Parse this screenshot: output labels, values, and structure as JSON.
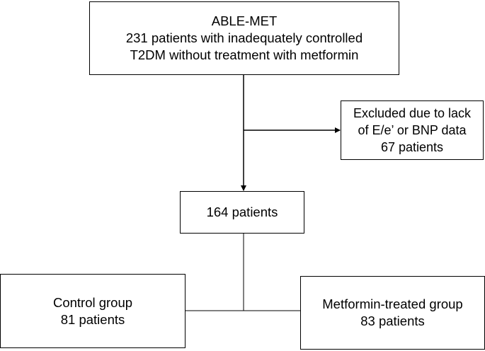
{
  "flowchart": {
    "top": {
      "lines": [
        "ABLE-MET",
        "231 patients with inadequately controlled",
        "T2DM without treatment with metformin"
      ]
    },
    "excluded": {
      "lines": [
        "Excluded due to lack",
        "of E/e’ or BNP data",
        "67 patients"
      ]
    },
    "middle": {
      "lines": [
        "164 patients"
      ]
    },
    "control": {
      "lines": [
        "Control group",
        "81 patients"
      ]
    },
    "metformin": {
      "lines": [
        "Metformin-treated group",
        "83 patients"
      ]
    }
  }
}
